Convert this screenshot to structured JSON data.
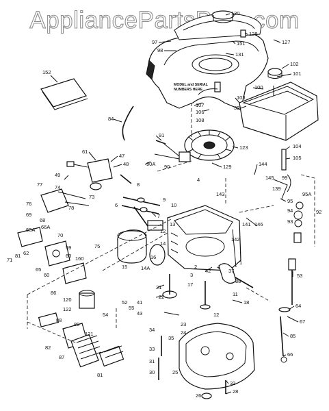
{
  "watermark": "AppliancePartsPros.com",
  "note": [
    "MODEL and SERIAL",
    "NUMBERS HERE"
  ],
  "labels": {
    "p130": "130",
    "p128": "128",
    "p151": "151",
    "p127": "127",
    "p97": "97",
    "p98": "98",
    "p131": "131",
    "p152": "152",
    "p102": "102",
    "p101": "101",
    "p100": "100",
    "p103": "103",
    "p107": "107",
    "p106": "106",
    "p39": "39",
    "p108": "108",
    "p84": "84",
    "p91": "91",
    "p123": "123",
    "p104": "104",
    "p105": "105",
    "p90a": "90A",
    "p90": "90",
    "p129": "129",
    "p144": "144",
    "p4": "4",
    "p61": "61",
    "p47": "47",
    "p48": "48",
    "p49": "49",
    "p77": "77",
    "p74": "74",
    "p78": "78",
    "p73": "73",
    "p145": "145",
    "p99": "99",
    "p139": "139",
    "p95a": "95A",
    "p95": "95",
    "p94": "94",
    "p93": "93",
    "p92": "92",
    "p8": "8",
    "p9": "9",
    "p10": "10",
    "p143": "143",
    "p76": "76",
    "p69": "69",
    "p68": "68",
    "p66a": "66A",
    "p63a": "63A",
    "p6": "6",
    "p7": "7",
    "p13": "13",
    "p141": "141",
    "p146": "146",
    "p70": "70",
    "p59": "59",
    "p63": "63",
    "p60": "60",
    "p65": "65",
    "p62": "62",
    "p75": "75",
    "p12": "12",
    "p14": "14",
    "p142": "142",
    "p160": "160",
    "p16": "16",
    "p15": "15",
    "p14a": "14A",
    "p71": "71",
    "p81": "81",
    "p1": "1",
    "p2": "2",
    "p3": "3",
    "p53": "53",
    "p42": "42",
    "p37": "37",
    "p38": "38",
    "p86": "86",
    "p21": "21",
    "p17": "17",
    "p11": "11",
    "p120": "120",
    "p22": "22",
    "p18": "18",
    "p64": "64",
    "p52": "52",
    "p55": "55",
    "p41": "41",
    "p43": "43",
    "p122": "122",
    "p54": "54",
    "p12b": "12",
    "p67": "67",
    "p80": "80",
    "p121": "121",
    "p88": "88",
    "p23": "23",
    "p34": "34",
    "p24": "24",
    "p35": "35",
    "p33": "33",
    "p85": "85",
    "p82": "82",
    "p87": "87",
    "p31": "31",
    "p30": "30",
    "p25": "25",
    "p66": "66",
    "p81b": "81",
    "p32": "32",
    "p26": "26",
    "p28": "28"
  }
}
